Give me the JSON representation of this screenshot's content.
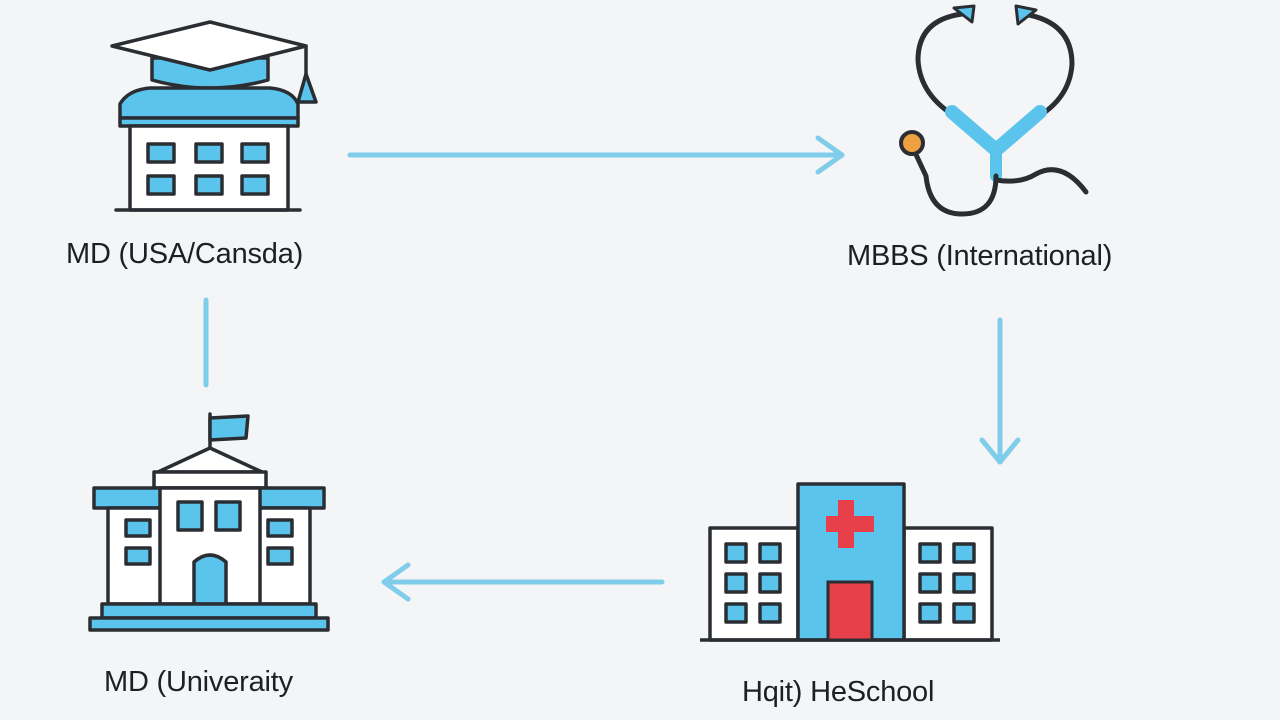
{
  "colors": {
    "background": "#f4f5f6",
    "accent_blue": "#5bc4ec",
    "outline": "#2a2e33",
    "hospital_red": "#e8404b",
    "stethoscope_orange": "#f0a040",
    "arrow": "#7fcdea"
  },
  "nodes": {
    "md_usa_canada": {
      "label": "MD (USA/Cansda)",
      "icon": "graduation-cap-building-icon"
    },
    "mbbs_international": {
      "label": "MBBS (International)",
      "icon": "stethoscope-icon"
    },
    "hospital_school": {
      "label": "Hqit) HeSchool",
      "icon": "hospital-icon"
    },
    "md_university": {
      "label": "MD (Univeraity",
      "icon": "university-building-icon"
    }
  },
  "edges": [
    {
      "from": "md_usa_canada",
      "to": "mbbs_international",
      "style": "arrow"
    },
    {
      "from": "mbbs_international",
      "to": "hospital_school",
      "style": "arrow"
    },
    {
      "from": "hospital_school",
      "to": "md_university",
      "style": "arrow"
    },
    {
      "from": "md_university",
      "to": "md_usa_canada",
      "style": "line"
    }
  ]
}
